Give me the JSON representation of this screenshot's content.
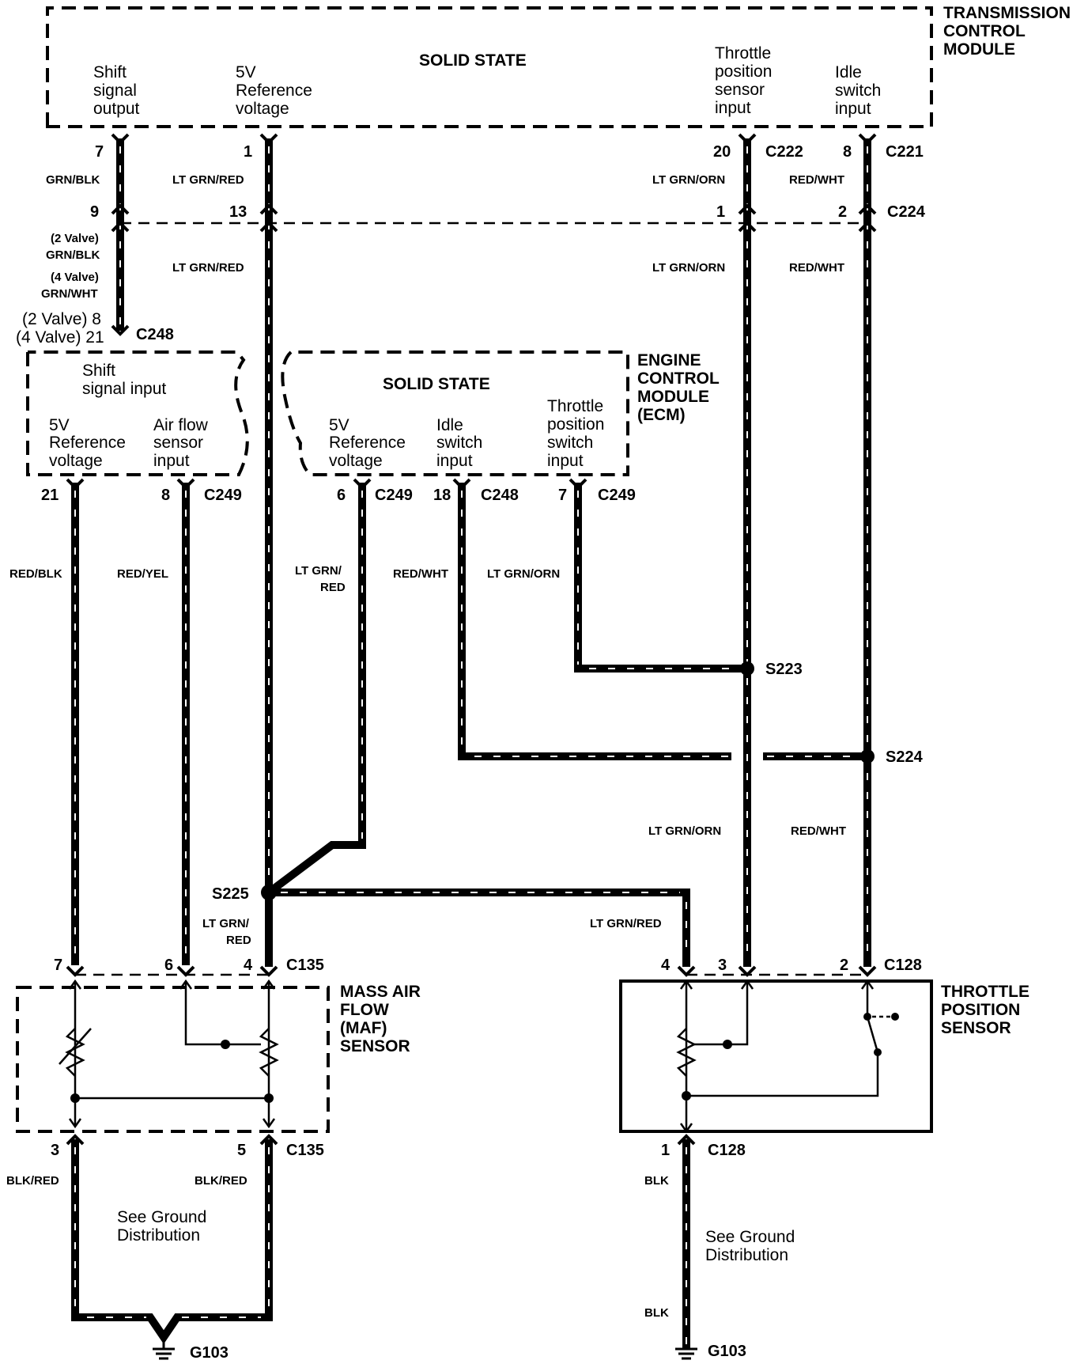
{
  "tcm": {
    "title": [
      "TRANSMISSION",
      "CONTROL",
      "MODULE"
    ],
    "solid_state": "SOLID STATE",
    "shift_output": [
      "Shift",
      "signal",
      "output"
    ],
    "ref_voltage": [
      "5V",
      "Reference",
      "voltage"
    ],
    "tps_input": [
      "Throttle",
      "position",
      "sensor",
      "input"
    ],
    "idle_input": [
      "Idle",
      "switch",
      "input"
    ]
  },
  "ecm": {
    "title": [
      "ENGINE",
      "CONTROL",
      "MODULE",
      "(ECM)"
    ],
    "solid_state": "SOLID STATE",
    "shift_input": [
      "Shift",
      "signal input"
    ],
    "ref_voltage_left": [
      "5V",
      "Reference",
      "voltage"
    ],
    "airflow_input": [
      "Air  flow",
      "sensor",
      "input"
    ],
    "ref_voltage_right": [
      "5V",
      "Reference",
      "voltage"
    ],
    "idle_input": [
      "Idle",
      "switch",
      "input"
    ],
    "tps_switch_input": [
      "Throttle",
      "position",
      "switch",
      "input"
    ]
  },
  "maf": {
    "title": [
      "MASS AIR",
      "FLOW",
      "(MAF)",
      "SENSOR"
    ]
  },
  "tps": {
    "title": [
      "THROTTLE",
      "POSITION",
      "SENSOR"
    ]
  },
  "ground_note": [
    "See Ground",
    "Distribution"
  ],
  "pins": {
    "tcm_7": "7",
    "tcm_1": "1",
    "tcm_20": "20",
    "tcm_8": "8",
    "c224_9": "9",
    "c224_13": "13",
    "c224_1": "1",
    "c224_2": "2",
    "c248_2valve": "(2 Valve) 8",
    "c248_4valve": "(4 Valve) 21",
    "ecm_21": "21",
    "ecm_8": "8",
    "ecm_6": "6",
    "ecm_18": "18",
    "ecm_7": "7",
    "maf_7": "7",
    "maf_6": "6",
    "maf_4": "4",
    "maf_3": "3",
    "maf_5": "5",
    "tps_4": "4",
    "tps_3": "3",
    "tps_2": "2",
    "tps_1": "1"
  },
  "connectors": {
    "c222": "C222",
    "c221": "C221",
    "c224": "C224",
    "c248_top": "C248",
    "c249_a": "C249",
    "c249_b": "C249",
    "c248_b": "C248",
    "c249_c": "C249",
    "c135_top": "C135",
    "c135_bot": "C135",
    "c128_top": "C128",
    "c128_bot": "C128",
    "g103_left": "G103",
    "g103_right": "G103"
  },
  "splices": {
    "s223": "S223",
    "s224": "S224",
    "s225": "S225"
  },
  "wires": {
    "grn_blk": "GRN/BLK",
    "lt_grn_red_1": "LT GRN/RED",
    "lt_grn_orn_1": "LT GRN/ORN",
    "red_wht_1": "RED/WHT",
    "two_valve": "(2 Valve)",
    "grn_blk_2": "GRN/BLK",
    "four_valve": "(4 Valve)",
    "grn_wht": "GRN/WHT",
    "lt_grn_red_2": "LT GRN/RED",
    "lt_grn_orn_2": "LT GRN/ORN",
    "red_wht_2": "RED/WHT",
    "red_blk": "RED/BLK",
    "red_yel": "RED/YEL",
    "lt_grn_slash": "LT GRN/",
    "red_a": "RED",
    "red_wht_3": "RED/WHT",
    "lt_grn_orn_3": "LT GRN/ORN",
    "lt_grn_orn_4": "LT GRN/ORN",
    "red_wht_4": "RED/WHT",
    "lt_grn_slash_2": "LT GRN/",
    "red_b": "RED",
    "lt_grn_red_3": "LT GRN/RED",
    "blk_red_1": "BLK/RED",
    "blk_red_2": "BLK/RED",
    "blk_1": "BLK",
    "blk_2": "BLK"
  }
}
